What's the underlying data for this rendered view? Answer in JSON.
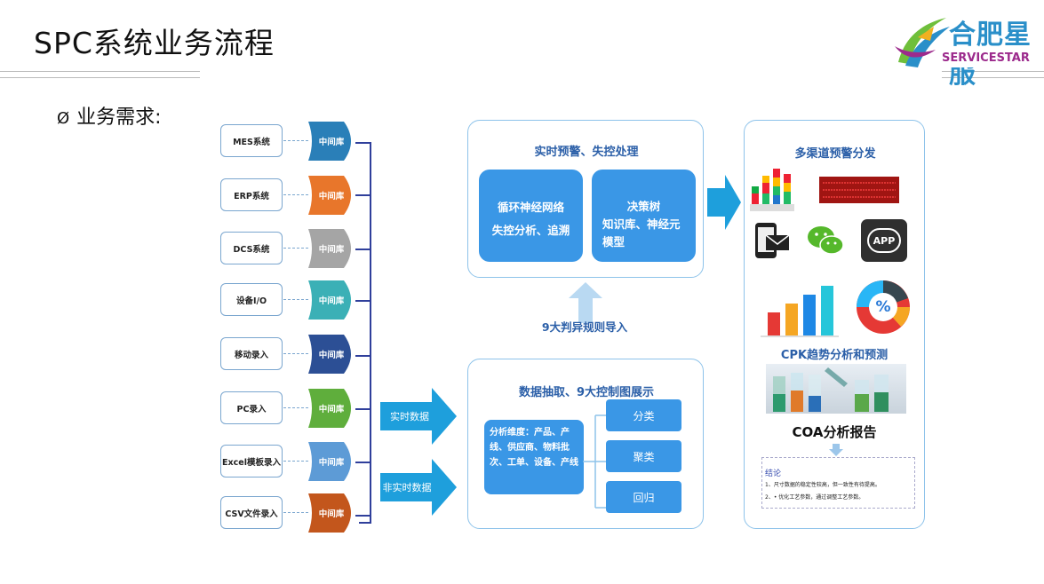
{
  "header": {
    "title": "SPC系统业务流程",
    "logo_cn": "合肥星服",
    "logo_en": "SERVICESTAR"
  },
  "bullet": {
    "symbol": "Ø",
    "text": "业务需求:"
  },
  "sources": [
    {
      "label": "MES系统",
      "middleware": "中间库",
      "color": "#2a7fb8"
    },
    {
      "label": "ERP系统",
      "middleware": "中间库",
      "color": "#e8762b"
    },
    {
      "label": "DCS系统",
      "middleware": "中间库",
      "color": "#a5a5a5"
    },
    {
      "label": "设备I/O",
      "middleware": "中间库",
      "color": "#3bb0b6"
    },
    {
      "label": "移动录入",
      "middleware": "中间库",
      "color": "#2c4f95"
    },
    {
      "label": "PC录入",
      "middleware": "中间库",
      "color": "#5fae3c"
    },
    {
      "label": "Excel模板录入",
      "middleware": "中间库",
      "color": "#5d9bd6"
    },
    {
      "label": "CSV文件录入",
      "middleware": "中间库",
      "color": "#c3561c"
    }
  ],
  "arrows": {
    "realtime": "实时数据",
    "non_realtime": "非实时数据",
    "rules_import": "9大判异规则导入"
  },
  "top_panel": {
    "title": "实时预警、失控处理",
    "box1_line1": "循环神经网络",
    "box1_line2": "失控分析、追溯",
    "box2_line1": "决策树",
    "box2_line2": "知识库、神经元",
    "box2_line3": "模型"
  },
  "bottom_panel": {
    "title": "数据抽取、9大控制图展示",
    "dimension_text": "分析维度：产品、产线、供应商、物料批次、工单、设备、产线",
    "options": [
      "分类",
      "聚类",
      "回归"
    ]
  },
  "right_panel": {
    "title": "多渠道预警分发",
    "app_label": "APP",
    "percent_symbol": "%",
    "cpk_title": "CPK趋势分析和预测",
    "coa_title": "COA分析报告",
    "conclusion_title": "结论",
    "conclusion_line1": "1、尺寸数据的稳定性较高，但一致性有待提高。",
    "conclusion_line2": "2、• 优化工艺参数，通过调整工艺参数。"
  },
  "colors": {
    "accent_blue": "#3a97e6",
    "arrow_blue": "#1e9fdc",
    "panel_border": "#8ec3ea",
    "bracket": "#2f3f9b"
  }
}
